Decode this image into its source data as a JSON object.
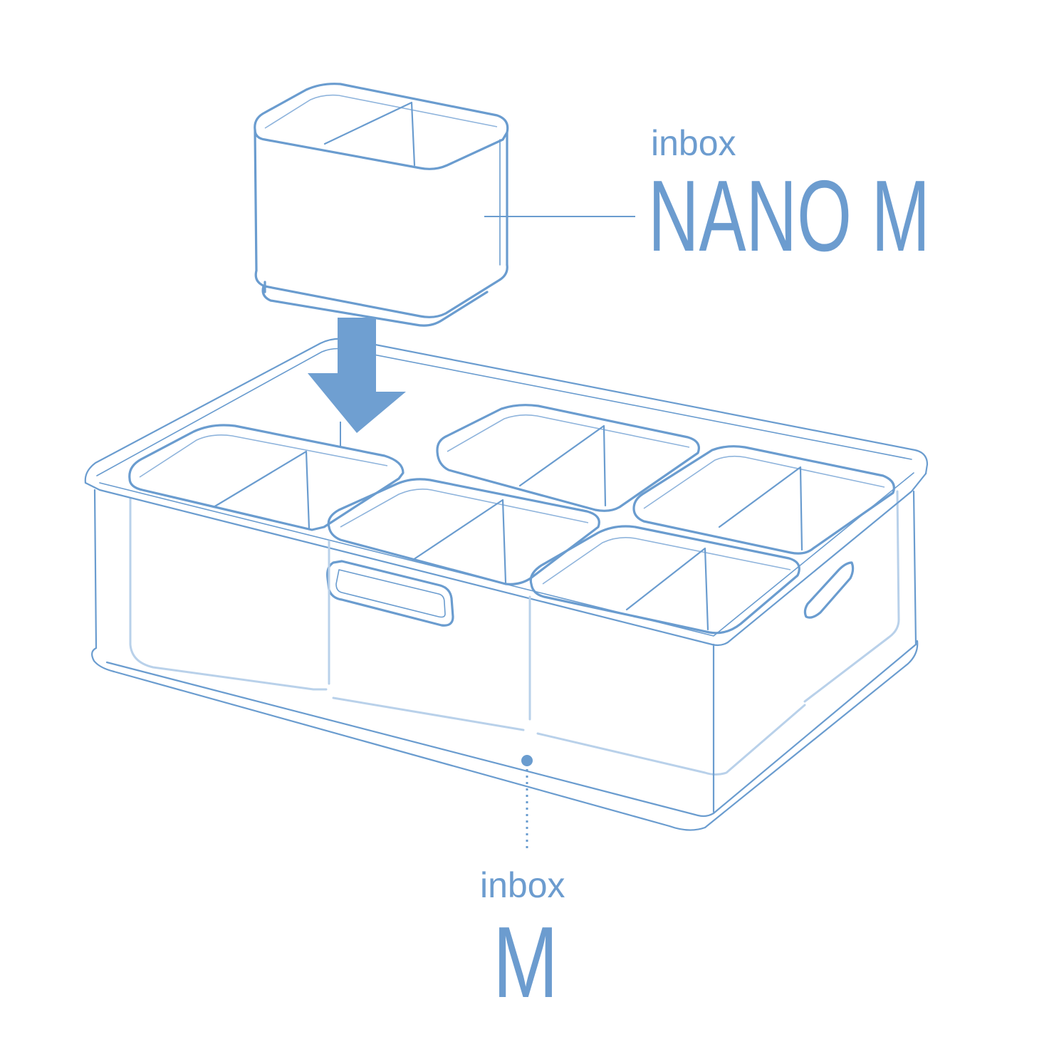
{
  "labels": {
    "nano_brand": "inbox",
    "nano_model": "NANO M",
    "container_brand": "inbox",
    "container_model": "M"
  },
  "colors": {
    "line": "#6a9ccf",
    "faint_line": "#b9d1ea",
    "arrow": "#6f9fd1",
    "text": "#6c9ccf",
    "background": "#ffffff"
  }
}
